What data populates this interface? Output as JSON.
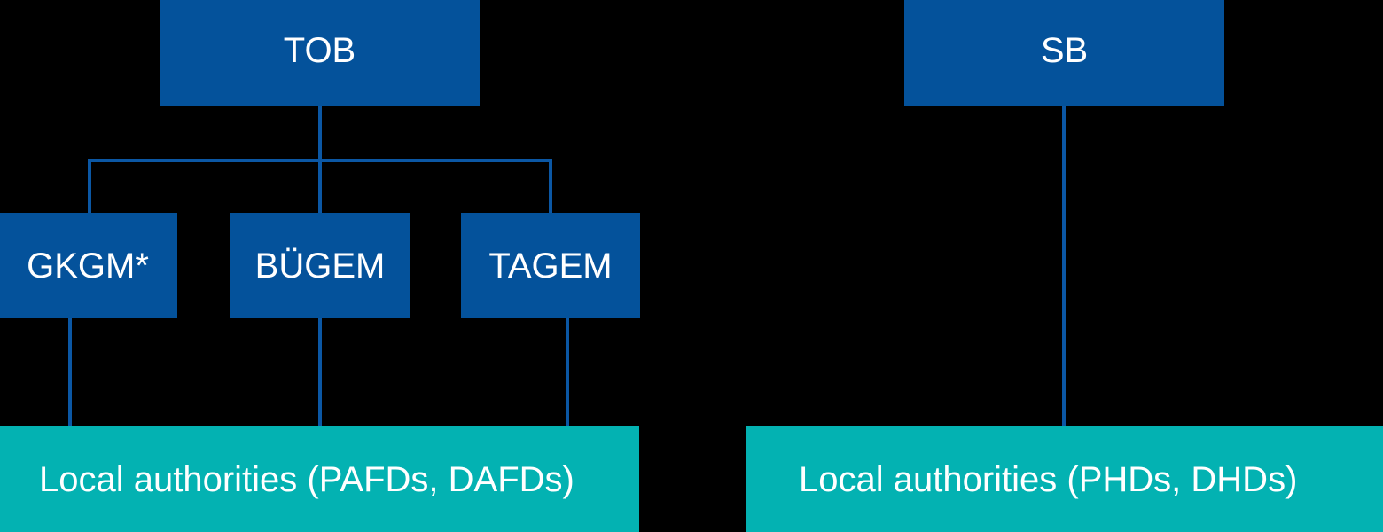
{
  "diagram": {
    "title": "Organizational structure chart",
    "background_color": "#000000",
    "colors": {
      "node_blue": "#04529B",
      "node_teal": "#03B2B2",
      "connector_blue": "#0B57A4",
      "text": "#FFFFFF"
    },
    "branches": [
      {
        "key": "left",
        "root": {
          "id": "tob",
          "label": "TOB"
        },
        "children": [
          {
            "id": "gkgm",
            "label": "GKGM*"
          },
          {
            "id": "bugem",
            "label": "BÜGEM"
          },
          {
            "id": "tagem",
            "label": "TAGEM"
          }
        ],
        "leaf": {
          "id": "local-authorities-pafds-dafds",
          "label": "Local authorities (PAFDs, DAFDs)"
        }
      },
      {
        "key": "right",
        "root": {
          "id": "sb",
          "label": "SB"
        },
        "children": [],
        "leaf": {
          "id": "local-authorities-phds-dhds",
          "label": "Local authorities (PHDs, DHDs)"
        }
      }
    ]
  }
}
